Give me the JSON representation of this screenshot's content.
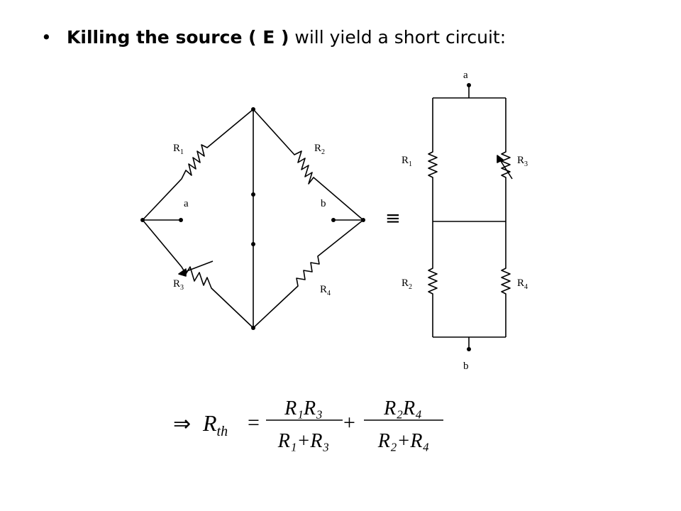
{
  "slide": {
    "bullet_symbol": "•",
    "bold_text": "Killing the source ( E )",
    "rest_text": " will yield a short circuit:"
  },
  "bridge_circuit": {
    "labels": {
      "r1": "R",
      "r1_sub": "1",
      "r2": "R",
      "r2_sub": "2",
      "r3": "R",
      "r3_sub": "3",
      "r4": "R",
      "r4_sub": "4",
      "a": "a",
      "b": "b"
    }
  },
  "equivalence_symbol": "≡",
  "equivalent_circuit": {
    "labels": {
      "top": "a",
      "bottom": "b",
      "r1": "R",
      "r1_sub": "1",
      "r3": "R",
      "r3_sub": "3",
      "r2": "R",
      "r2_sub": "2",
      "r4": "R",
      "r4_sub": "4"
    }
  },
  "formula": {
    "implies": "⇒",
    "lhs_main": "R",
    "lhs_sub": "th",
    "equals": "=",
    "num1": "R₁R₃",
    "den1": "R₁+R₃",
    "plus": "+",
    "num2": "R₂R₄",
    "den2": "R₂+R₄"
  }
}
